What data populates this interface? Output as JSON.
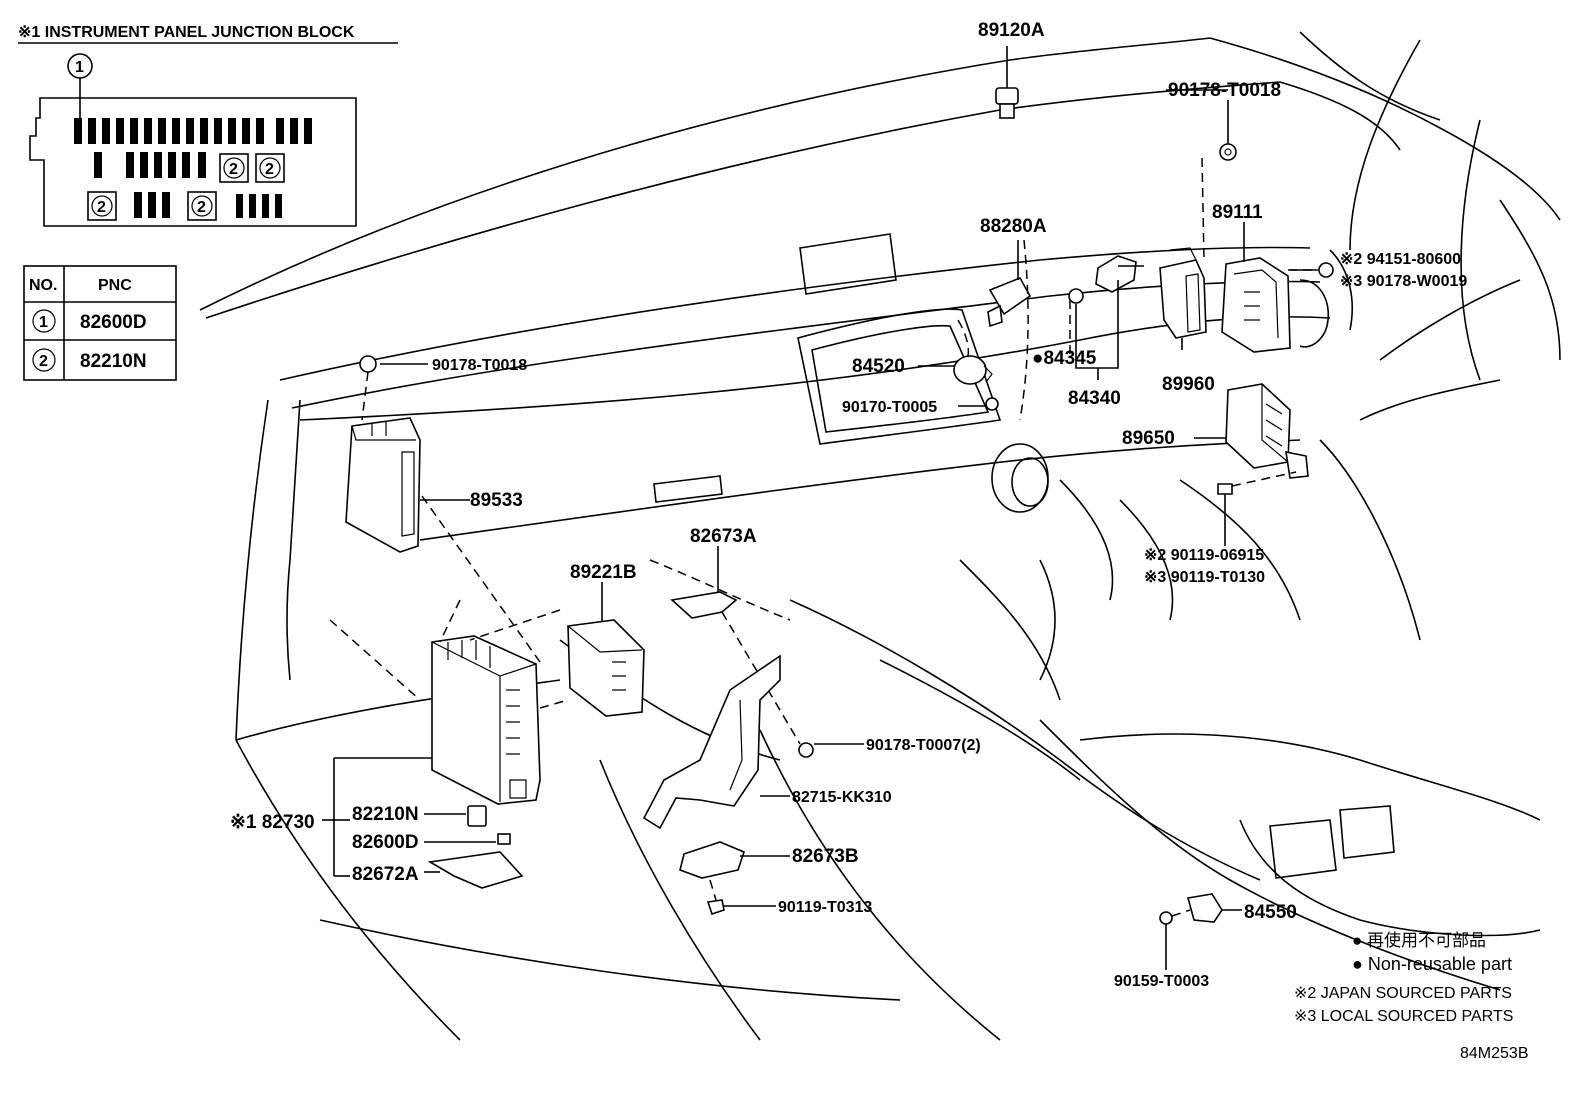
{
  "junction_block": {
    "title": "※1 INSTRUMENT PANEL JUNCTION BLOCK",
    "callout_top": "1",
    "fuse_marker": "2"
  },
  "pnc_table": {
    "headers": [
      "NO.",
      "PNC"
    ],
    "rows": [
      {
        "no": "1",
        "pnc": "82600D"
      },
      {
        "no": "2",
        "pnc": "82210N"
      }
    ]
  },
  "labels": {
    "p89120A": "89120A",
    "p90178_T0018_top": "90178-T0018",
    "p89111": "89111",
    "p88280A": "88280A",
    "p94151": "※2 94151-80600",
    "p90178_W0019": "※3 90178-W0019",
    "p84520": "84520",
    "p84345": "●84345",
    "p89960": "89960",
    "p90170": "90170-T0005",
    "p84340": "84340",
    "p90178_T0018_left": "90178-T0018",
    "p89650": "89650",
    "p89533": "89533",
    "p90119_06915": "※2 90119-06915",
    "p90119_T0130": "※3 90119-T0130",
    "p82673A": "82673A",
    "p89221B": "89221B",
    "p90178_T0007": "90178-T0007(2)",
    "p82715": "82715-KK310",
    "p82730": "※1 82730",
    "p82210N": "82210N",
    "p82600D": "82600D",
    "p82672A": "82672A",
    "p82673B": "82673B",
    "p90119_T0313": "90119-T0313",
    "p84550": "84550",
    "p90159": "90159-T0003"
  },
  "legend": {
    "nonreusable_jp": "● 再使用不可部品",
    "nonreusable_en": "● Non-reusable part",
    "japan": "※2 JAPAN SOURCED PARTS",
    "local": "※3 LOCAL SOURCED PARTS"
  },
  "figure_code": "84M253B"
}
